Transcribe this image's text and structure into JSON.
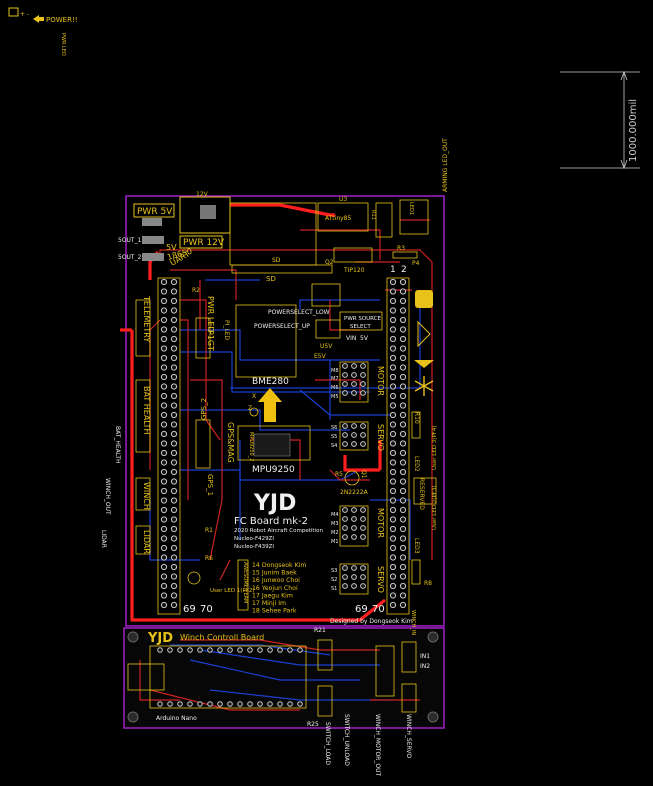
{
  "colors": {
    "background": "#000000",
    "board_outline": "#a020c8",
    "silkscreen": "#e8c21a",
    "top_trace": "#cc2222",
    "bottom_trace": "#1a3fd0",
    "power_trace": "#ff1e1e",
    "pad": "#c9c9c9",
    "dimension": "#cfcfcf"
  },
  "top_note": {
    "icon_label": "+ -",
    "power_label": "POWER!!",
    "pwr_led": "PWR LED"
  },
  "dimension": {
    "label": "1000.000mil"
  },
  "side_labels": {
    "arming_led": "ARMING LED_OUT",
    "bat_health": "BAT_HEALTH",
    "winch_out": "WINCH_OUT",
    "lidar": "LIDAR"
  },
  "power": {
    "pwr5v": "PWR 5V",
    "pwr12v": "PWR 12V",
    "v12": "12V",
    "v5": "5V",
    "cell": "18650",
    "vout_1": "5OUT_1",
    "vout_2": "5OUT_2"
  },
  "top_parts": {
    "u3": "U3",
    "attiny": "ATtiny85",
    "q2": "Q2",
    "tip": "TIP120",
    "r3": "R3",
    "p4": "P4",
    "sd": "SD"
  },
  "connectors": {
    "uart": "UART",
    "telemetry": "TELEMETRY",
    "bat_health": "BAT HEALTH",
    "winch": "WINCH",
    "lidar": "LIDAR",
    "gps_2": "GPS_2",
    "gps_mag": "GPS&MAG",
    "gps_1": "GPS_1",
    "pwr_led": "PWR LED",
    "p1gt": "P1GT",
    "pi_led": "PI_LED"
  },
  "select": {
    "low": "POWERSELECT_LOW",
    "up": "POWERSELECT_UP",
    "source_1": "PWR SOURCE",
    "source_2": "SELECT",
    "vin": "VIN",
    "v5": "5V",
    "u5v": "U5V",
    "e5v": "E5V"
  },
  "sensors": {
    "bme": "BME280",
    "mpu": "MPU9250",
    "x": "X",
    "z": "Z",
    "mpu_2": "MPU9250_2"
  },
  "headers": {
    "motor": "MOTOR",
    "servo": "SERVO",
    "motor_2": "MOTOR",
    "servo_2": "SERVO",
    "m8": "M8",
    "m7": "M7",
    "m6": "M6",
    "m5": "M5",
    "s6": "S6",
    "s5": "S5",
    "s4": "S4",
    "m4": "M4",
    "m3": "M3",
    "m2": "M2",
    "m1": "M1",
    "s3": "S3",
    "s2": "S2",
    "s1": "S1"
  },
  "pin_numbers": {
    "one": "1",
    "two": "2",
    "left_69": "69",
    "left_70": "70",
    "right_69": "69",
    "right_70": "70"
  },
  "transistor": {
    "q1": "Q1",
    "part": "2N2222A",
    "reserved": "RESERVED"
  },
  "branding": {
    "logo": "YJD",
    "board_name": "FC Board mk-2",
    "competition": "2020 Robot Aircraft Competition",
    "mcu_1": "Nucleo-F429ZI",
    "mcu_2": "Nucleo-F439ZI",
    "designed_by": "Designed by Dongseok Kim"
  },
  "team": [
    "14 Dongseok Kim",
    "15 Junim Baek",
    "16 Junwoo Choi",
    "16 Yeojun Choi",
    "17 Jaegu Kim",
    "17 Minji Im",
    "18 Sehee Park"
  ],
  "team_tag": "AWESOME TEAM",
  "leds": {
    "user_led_1": "User LED 1(PF2)",
    "user_led_2": "User LED 2(PF3)",
    "user_led_3": "User LED 3(PF4)"
  },
  "resistors": {
    "r1": "R1",
    "r2": "R2",
    "r5": "R5",
    "r6": "R6",
    "r8": "R8",
    "r10": "R10",
    "r11": "R11",
    "led1": "LED1",
    "led2": "LED2",
    "led3": "LED3"
  },
  "winch": {
    "logo": "YJD",
    "title": "Winch Controll Board",
    "arduino": "Arduino Nano",
    "r21": "R21",
    "r25": "R25",
    "in1": "IN1",
    "in2": "IN2",
    "switch_load": "SWITCH_LOAD",
    "switch_unload": "SWITCH_UNLOAD",
    "winch_motor_out": "WINCH_MOTOR_OUT",
    "winch_servo": "WINCH_SERVO",
    "winch_in": "WINCH_IN"
  }
}
